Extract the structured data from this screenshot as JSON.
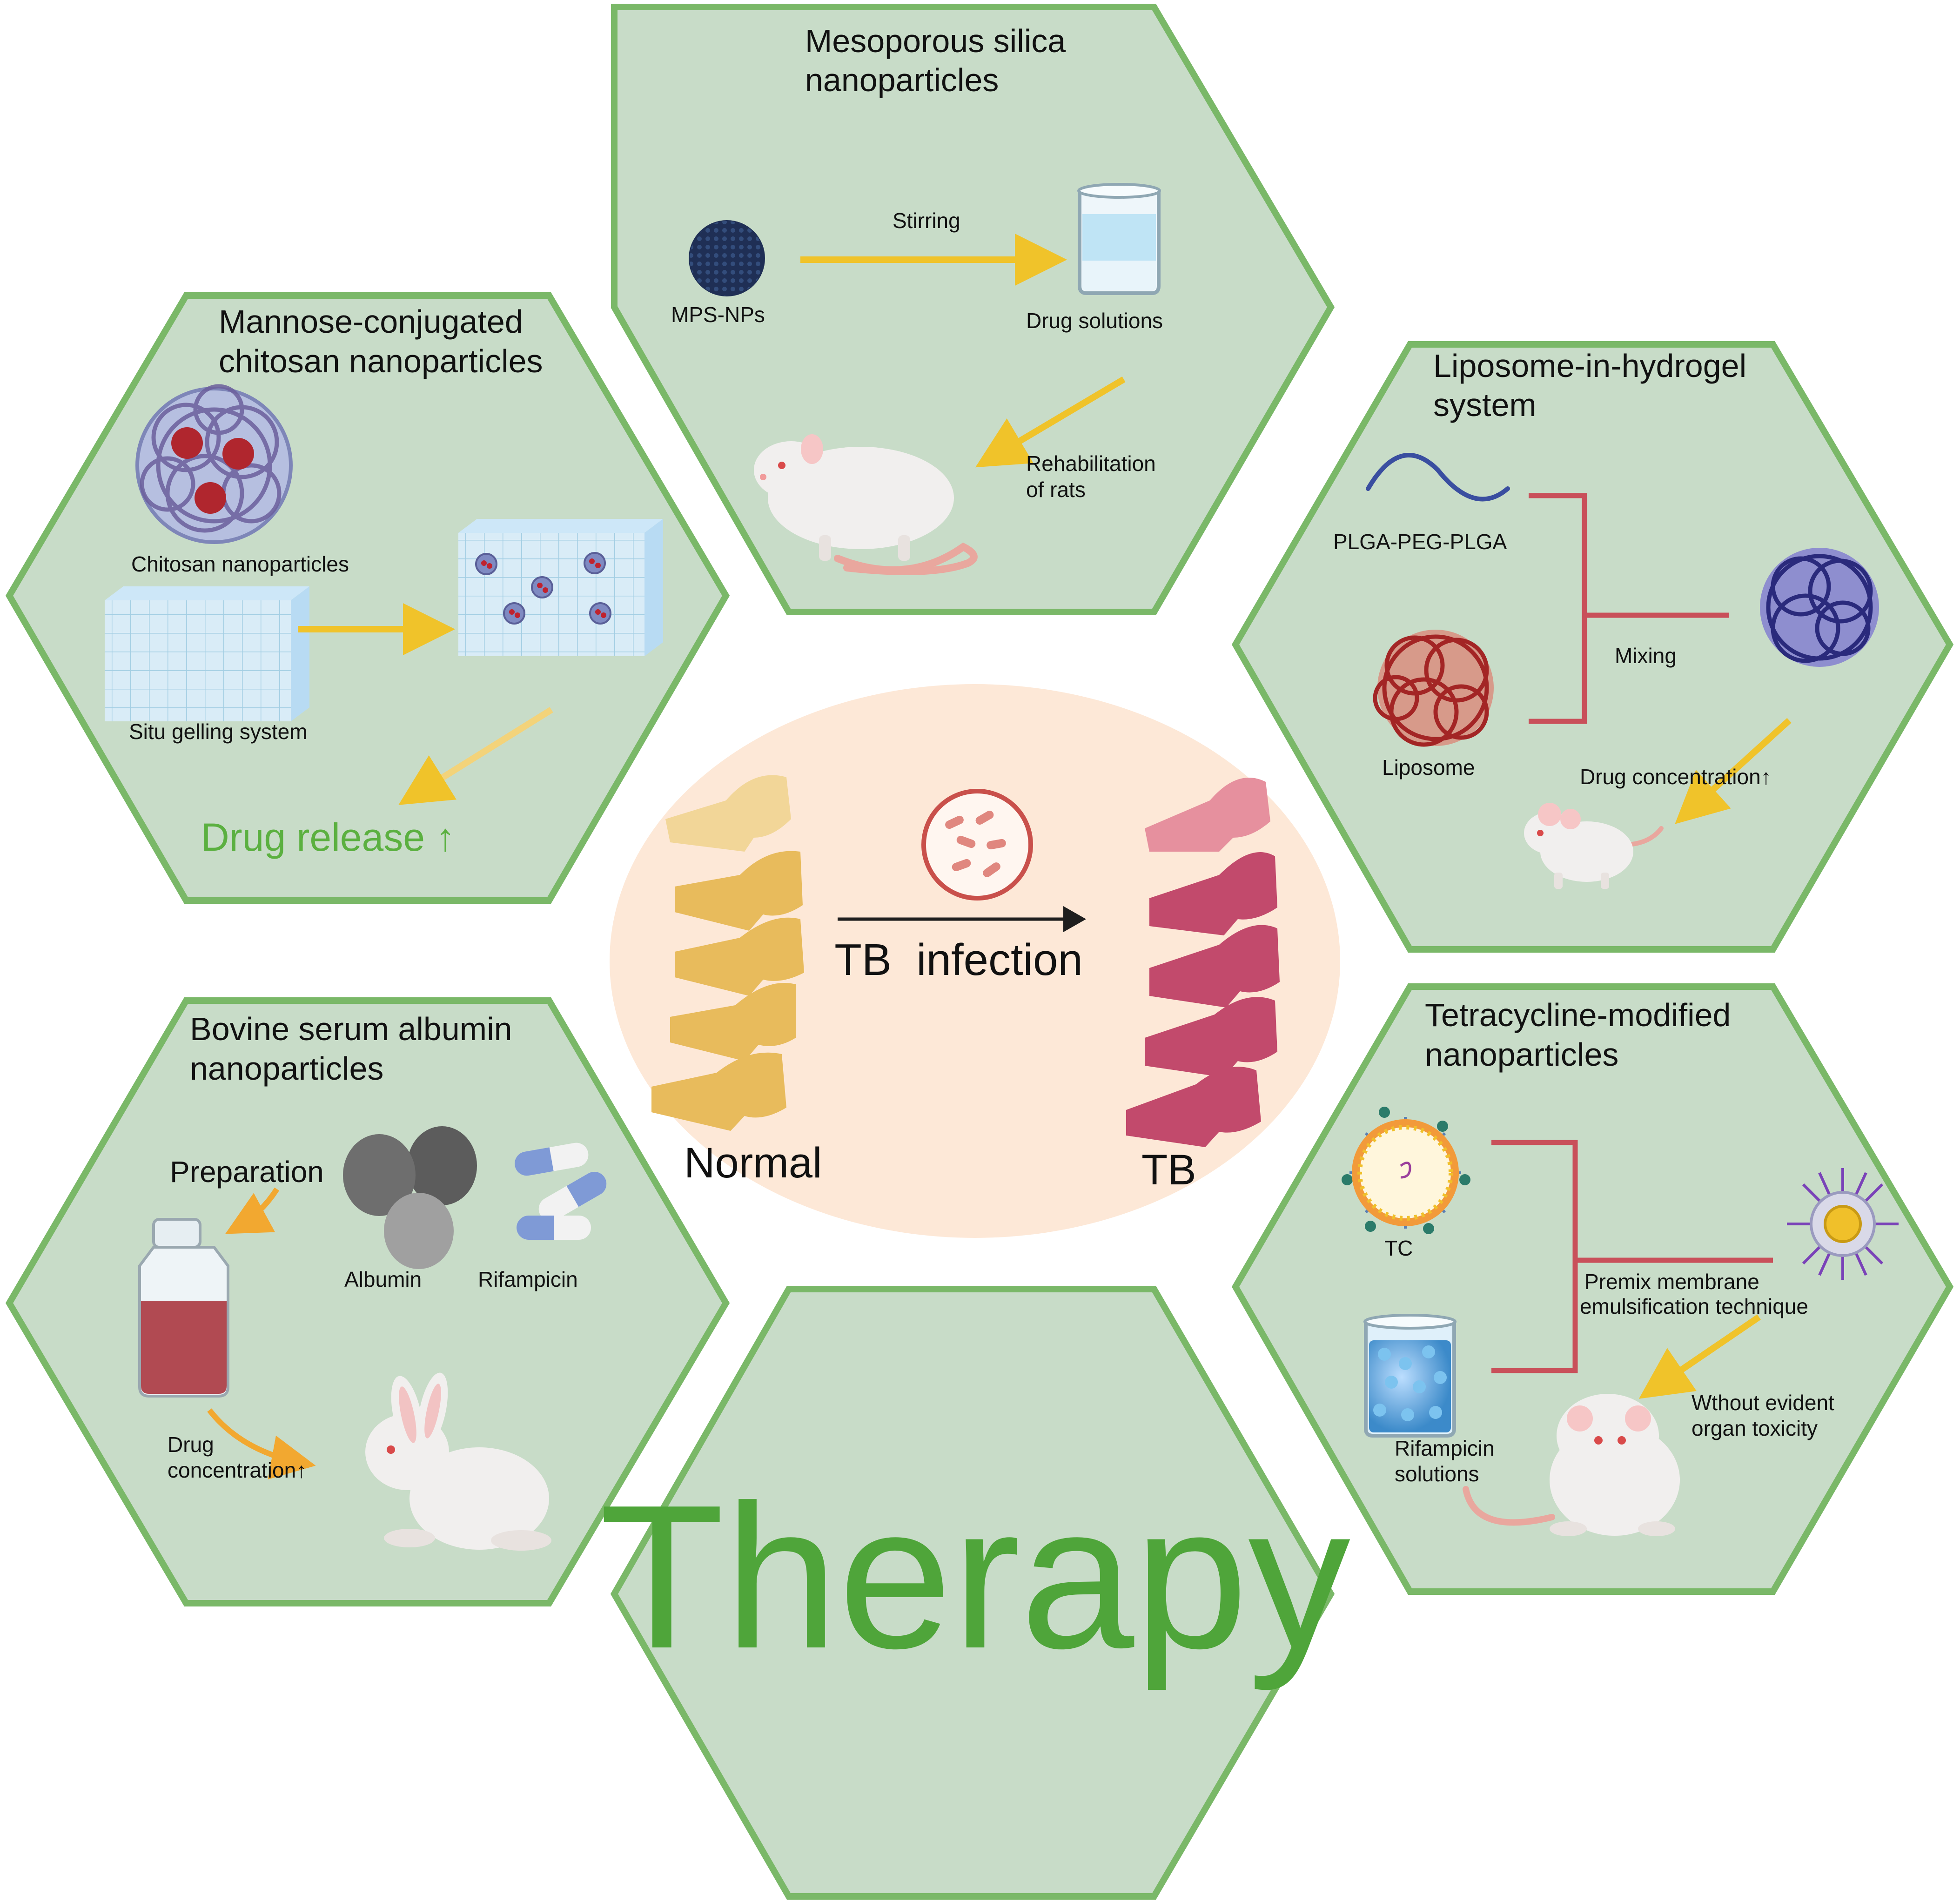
{
  "panels": {
    "top": {
      "title_line1": "Mesoporous silica",
      "title_line2": "nanoparticles",
      "mps_label": "MPS-NPs",
      "stirring_label": "Stirring",
      "solutions_label": "Drug solutions",
      "rehab_line1": "Rehabilitation",
      "rehab_line2": "of rats"
    },
    "upper_left": {
      "title_line1": "Mannose-conjugated",
      "title_line2": "chitosan nanoparticles",
      "chitosan_label": "Chitosan nanoparticles",
      "gel_label": "Situ gelling system",
      "release_label": "Drug release ↑"
    },
    "upper_right": {
      "title_line1": "Liposome-in-hydrogel",
      "title_line2": "system",
      "plga_label": "PLGA-PEG-PLGA",
      "mixing_label": "Mixing",
      "liposome_label": "Liposome",
      "conc_label": "Drug concentration↑"
    },
    "lower_left": {
      "title_line1": "Bovine serum albumin",
      "title_line2": "nanoparticles",
      "preparation_label": "Preparation",
      "albumin_label": "Albumin",
      "rifampicin_label": "Rifampicin",
      "conc_line1": "Drug",
      "conc_line2": "concentration↑"
    },
    "lower_right": {
      "title_line1": "Tetracycline-modified",
      "title_line2": "nanoparticles",
      "tc_label": "TC",
      "premix_line1": "Premix membrane",
      "premix_line2": "emulsification technique",
      "toxicity_line1": "Wthout evident",
      "toxicity_line2": "organ toxicity",
      "rif_line1": "Rifampicin",
      "rif_line2": "solutions"
    },
    "bottom": {
      "title": "Therapy"
    }
  },
  "center": {
    "infection_label": "TB  infection",
    "normal_label": "Normal",
    "tb_label": "TB"
  },
  "colors": {
    "hex_fill": "#c8dcc8",
    "hex_stroke": "#7ab868",
    "therapy_text": "#4fa53a",
    "release_text": "#5bb040",
    "ellipse_fill": "#fde8d7",
    "arrow_yellow": "#f0c32a",
    "bracket_red": "#c9505a",
    "spine_normal": "#e8bb5c",
    "spine_tb": "#c24a6c"
  }
}
